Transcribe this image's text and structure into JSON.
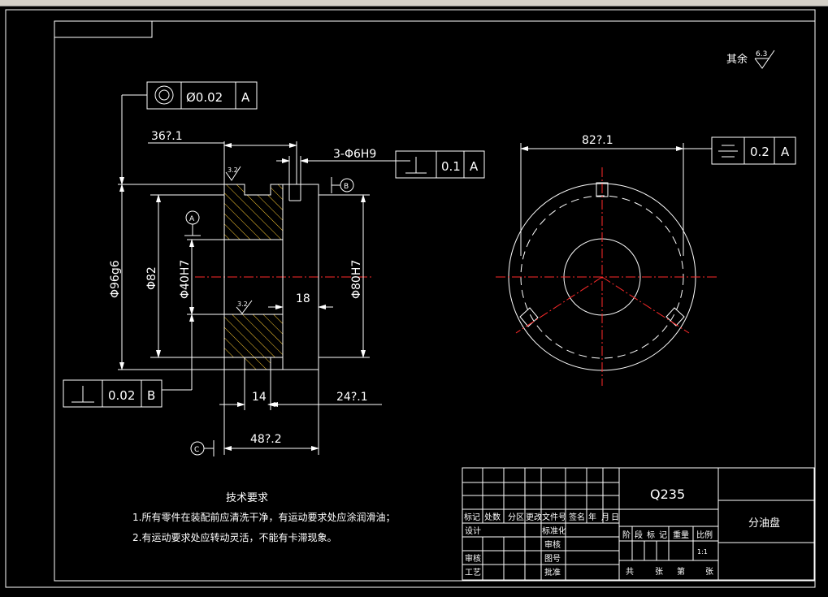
{
  "colors": {
    "background": "#000000",
    "lines": "#ffffff",
    "centerline": "#ff2a2a",
    "hatch": "#ffcc33"
  },
  "annotations": {
    "surface_rest": "其余",
    "roughness_rest": "6.3",
    "roughness_a": "3.2",
    "roughness_b": "3.2"
  },
  "section_view": {
    "fcf_top": {
      "symbol": "concentricity",
      "value": "Ø0.02",
      "datum": "A"
    },
    "fcf_holes": {
      "symbol": "perpendicularity",
      "value": "0.1",
      "datum": "A"
    },
    "fcf_bottom": {
      "symbol": "perpendicularity",
      "value": "0.02",
      "datum": "B"
    },
    "datum_a": "A",
    "datum_b": "B",
    "datum_c": "C",
    "dims": {
      "top_width": "36?.1",
      "holes": "3-Φ6H9",
      "outer_dia": "Φ96g6",
      "mid_dia": "Φ82",
      "bore_dia": "Φ40H7",
      "right_dia": "Φ80H7",
      "hub_len": "18",
      "groove": "14",
      "right_len": "24?.1",
      "total_len": "48?.2"
    }
  },
  "end_view": {
    "fcf": {
      "symbol": "symmetry",
      "value": "0.2",
      "datum": "A"
    },
    "width": "82?.1"
  },
  "notes": {
    "title": "技术要求",
    "items": [
      "1.所有零件在装配前应清洗干净，有运动要求处应涂润滑油；",
      "2.有运动要求处应转动灵活，不能有卡滞现象。"
    ]
  },
  "title_block": {
    "material": "Q235",
    "part_name": "分油盘",
    "scale": "1:1",
    "row_labels": [
      "标记",
      "处数",
      "分区",
      "更改文件号",
      "签名",
      "年",
      "月",
      "日"
    ],
    "design": "设计",
    "standardize": "标准化",
    "review": "审核",
    "craft": "工艺",
    "check": "审核",
    "approve": "批准",
    "draw": "图号",
    "stage_labels": [
      "阶",
      "段",
      "标",
      "记",
      "重量",
      "比例"
    ],
    "footer": [
      "共",
      "张",
      "第",
      "张"
    ]
  }
}
